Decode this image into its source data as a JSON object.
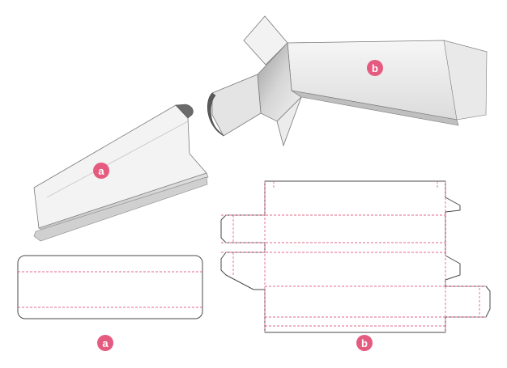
{
  "labels": {
    "box_a_3d": "a",
    "box_b_3d": "b",
    "dieline_a": "a",
    "dieline_b": "b"
  },
  "colors": {
    "badge": "#e55b7f",
    "fold_line": "#e2698a",
    "outline": "#4a4a4a",
    "face_light": "#f4f4f4",
    "face_mid": "#e3e3e3",
    "face_dark": "#bdbdbd"
  },
  "icons": {
    "badge_shape": "circle-badge-icon"
  }
}
